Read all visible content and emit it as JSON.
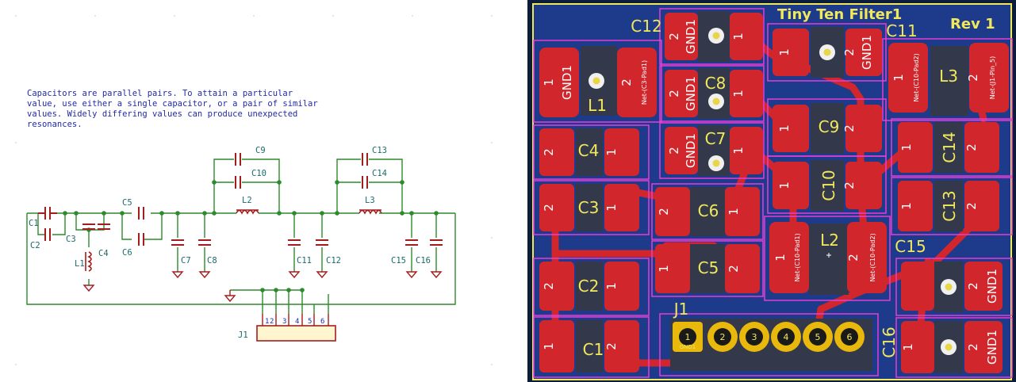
{
  "schematic": {
    "note_lines": [
      "Capacitors are parallel pairs.  To attain a particular",
      "value, use either a single capacitor, or a pair of similar",
      "values.  Widely differing values can produce unexpected",
      "resonances."
    ],
    "refs": {
      "C1": "C1",
      "C2": "C2",
      "C3": "C3",
      "C4": "C4",
      "C5": "C5",
      "C6": "C6",
      "C7": "C7",
      "C8": "C8",
      "C9": "C9",
      "C10": "C10",
      "C11": "C11",
      "C12": "C12",
      "C13": "C13",
      "C14": "C14",
      "C15": "C15",
      "C16": "C16",
      "L1": "L1",
      "L2": "L2",
      "L3": "L3",
      "J1": "J1"
    },
    "connector_pins": [
      "1",
      "2",
      "3",
      "4",
      "5",
      "6"
    ]
  },
  "pcb": {
    "title": "Tiny Ten Filter1",
    "revision": "Rev 1",
    "colors": {
      "board": "#1e3a8a",
      "copper": "#d0262c",
      "silk": "#f2e85c",
      "courtyard": "#e43ed6",
      "outline": "#f2e85c",
      "pad_white": "#f0f0f0"
    },
    "refs": {
      "C1": "C1",
      "C2": "C2",
      "C3": "C3",
      "C4": "C4",
      "C5": "C5",
      "C6": "C6",
      "C7": "C7",
      "C8": "C8",
      "C9": "C9",
      "C10": "C10",
      "C11": "C11",
      "C12": "C12",
      "C13": "C13",
      "C14": "C14",
      "C15": "C15",
      "C16": "C16",
      "L1": "L1",
      "L2": "L2",
      "L3": "L3",
      "J1": "J1"
    },
    "pad_nums": {
      "one": "1",
      "two": "2"
    },
    "net_labels": {
      "gnd": "GND1",
      "c3_pad2": "Net-(C3-Pad1)",
      "c10_pad1": "Net-(C10-Pad1)",
      "c10_pad2": "Net-(C10-Pad2)",
      "j1_pin5": "Net-(J1-Pin_5)"
    },
    "j1_pins": [
      "1",
      "2",
      "3",
      "4",
      "5",
      "6"
    ],
    "j1_pin1_label": "GND1"
  }
}
